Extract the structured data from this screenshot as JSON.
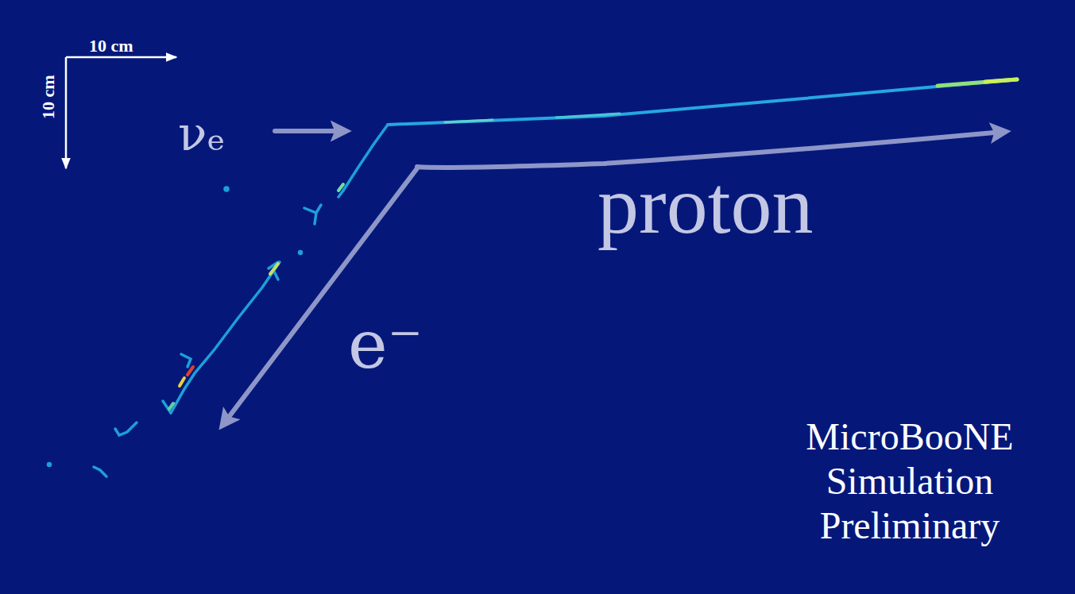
{
  "diagram": {
    "labels": [
      "10 cm",
      "10 cm",
      "νₑ",
      "proton",
      "e⁻",
      "MicroBooNE Simulation Preliminary"
    ]
  }
}
